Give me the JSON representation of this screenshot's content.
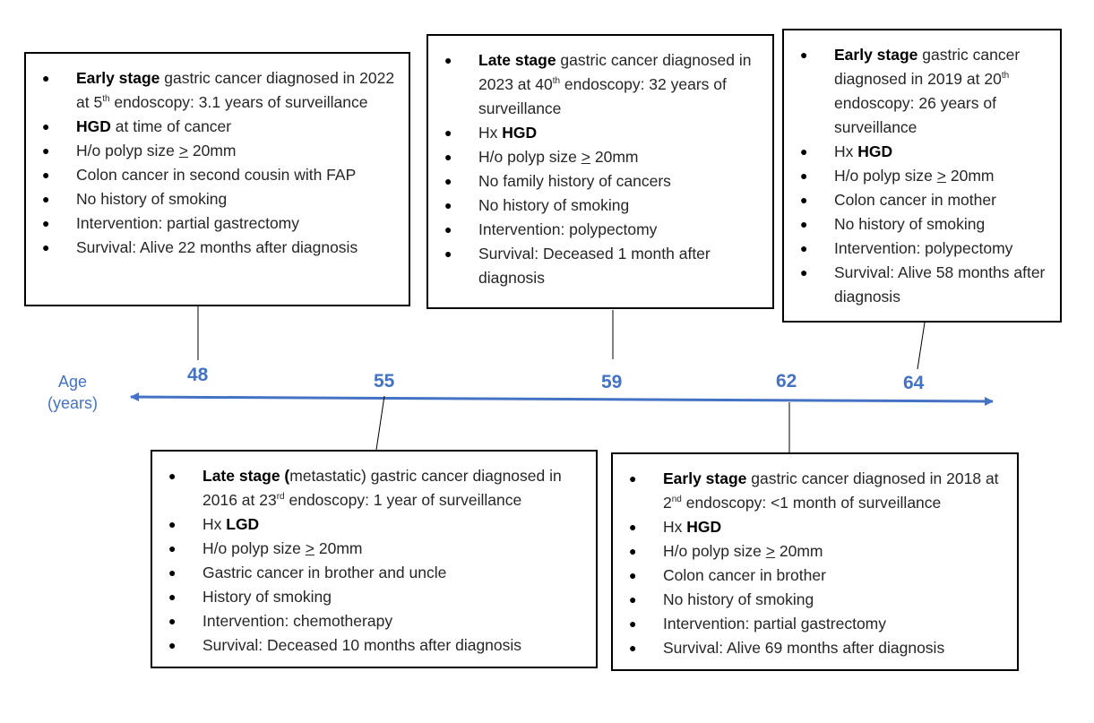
{
  "timeline": {
    "axis_label_line1": "Age",
    "axis_label_line2": "(years)",
    "ages": [
      "48",
      "55",
      "59",
      "62",
      "64"
    ],
    "line_color": "#4472c4"
  },
  "cases": [
    {
      "age": "48",
      "items": [
        [
          {
            "b": "Early stage"
          },
          {
            "t": " gastric cancer diagnosed in 2022 at 5"
          },
          {
            "sup": "th"
          },
          {
            "t": " endoscopy: 3.1 years of surveillance"
          }
        ],
        [
          {
            "b": "HGD"
          },
          {
            "t": " at time of cancer"
          }
        ],
        [
          {
            "t": "H/o polyp size "
          },
          {
            "u": ">"
          },
          {
            "t": " 20mm"
          }
        ],
        [
          {
            "t": "Colon cancer in second cousin with FAP"
          }
        ],
        [
          {
            "t": "No history of smoking"
          }
        ],
        [
          {
            "t": "Intervention: partial gastrectomy"
          }
        ],
        [
          {
            "t": "Survival: Alive 22 months after diagnosis"
          }
        ]
      ]
    },
    {
      "age": "55",
      "items": [
        [
          {
            "b": "Late stage ("
          },
          {
            "t": "metastatic) gastric cancer diagnosed in 2016 at 23"
          },
          {
            "sup": "rd"
          },
          {
            "t": " endoscopy: 1 year of surveillance"
          }
        ],
        [
          {
            "t": "Hx "
          },
          {
            "b": "LGD"
          }
        ],
        [
          {
            "t": "H/o polyp size "
          },
          {
            "u": ">"
          },
          {
            "t": " 20mm"
          }
        ],
        [
          {
            "t": "Gastric cancer in brother and uncle"
          }
        ],
        [
          {
            "t": "History of smoking"
          }
        ],
        [
          {
            "t": "Intervention: chemotherapy"
          }
        ],
        [
          {
            "t": "Survival: Deceased 10 months after diagnosis"
          }
        ]
      ]
    },
    {
      "age": "59",
      "items": [
        [
          {
            "b": "Late stage"
          },
          {
            "t": " gastric cancer diagnosed in 2023 at 40"
          },
          {
            "sup": "th"
          },
          {
            "t": " endoscopy: 32 years of surveillance"
          }
        ],
        [
          {
            "t": "Hx "
          },
          {
            "b": "HGD"
          }
        ],
        [
          {
            "t": "H/o polyp size "
          },
          {
            "u": ">"
          },
          {
            "t": " 20mm"
          }
        ],
        [
          {
            "t": "No family history of cancers"
          }
        ],
        [
          {
            "t": "No history of smoking"
          }
        ],
        [
          {
            "t": "Intervention: polypectomy"
          }
        ],
        [
          {
            "t": "Survival: Deceased 1 month after diagnosis"
          }
        ]
      ]
    },
    {
      "age": "62",
      "items": [
        [
          {
            "b": "Early stage"
          },
          {
            "t": " gastric cancer diagnosed in 2018 at 2"
          },
          {
            "sup": "nd"
          },
          {
            "t": " endoscopy: <1 month of surveillance"
          }
        ],
        [
          {
            "t": "Hx "
          },
          {
            "b": "HGD"
          }
        ],
        [
          {
            "t": "H/o polyp size "
          },
          {
            "u": ">"
          },
          {
            "t": " 20mm"
          }
        ],
        [
          {
            "t": "Colon cancer in brother"
          }
        ],
        [
          {
            "t": "No history of smoking"
          }
        ],
        [
          {
            "t": "Intervention: partial gastrectomy"
          }
        ],
        [
          {
            "t": "Survival: Alive 69 months after diagnosis"
          }
        ]
      ]
    },
    {
      "age": "64",
      "items": [
        [
          {
            "b": "Early stage"
          },
          {
            "t": " gastric cancer diagnosed in 2019 at 20"
          },
          {
            "sup": "th"
          },
          {
            "t": " endoscopy: 26 years of surveillance"
          }
        ],
        [
          {
            "t": "Hx "
          },
          {
            "b": "HGD"
          }
        ],
        [
          {
            "t": "H/o polyp size "
          },
          {
            "u": ">"
          },
          {
            "t": " 20mm"
          }
        ],
        [
          {
            "t": "Colon cancer in mother"
          }
        ],
        [
          {
            "t": "No history of smoking"
          }
        ],
        [
          {
            "t": "Intervention: polypectomy"
          }
        ],
        [
          {
            "t": "Survival: Alive 58 months after diagnosis"
          }
        ]
      ]
    }
  ]
}
